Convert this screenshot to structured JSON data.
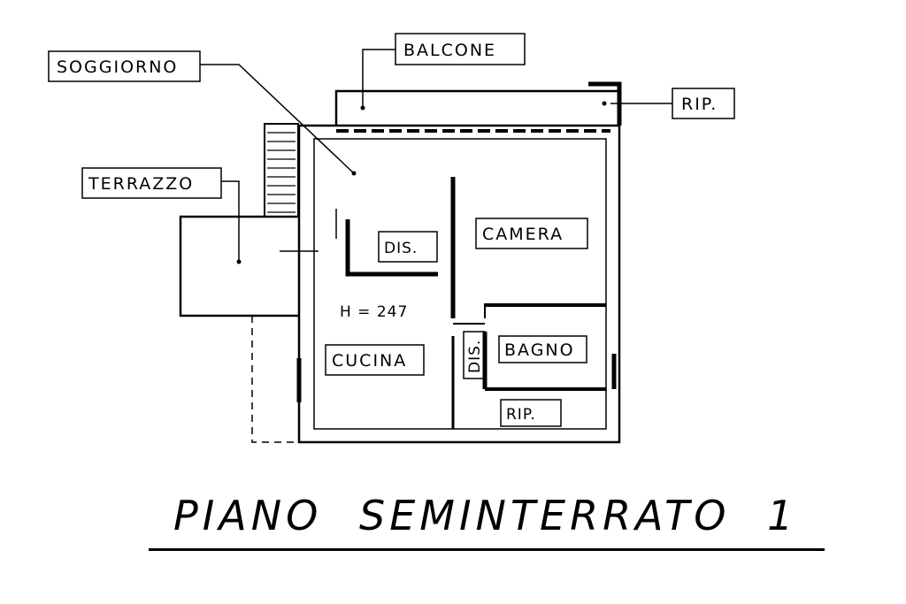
{
  "labels": {
    "soggiorno": "SOGGIORNO",
    "balcone": "BALCONE",
    "rip_top": "RIP.",
    "terrazzo": "TERRAZZO",
    "dis_left": "DIS.",
    "camera": "CAMERA",
    "height": "H = 247",
    "cucina": "CUCINA",
    "dis_vertical": "DIS.",
    "bagno": "BAGNO",
    "rip_bottom": "RIP."
  },
  "title": "PIANO  SEMINTERRATO 1",
  "colors": {
    "ink": "#000000",
    "paper": "#ffffff"
  }
}
